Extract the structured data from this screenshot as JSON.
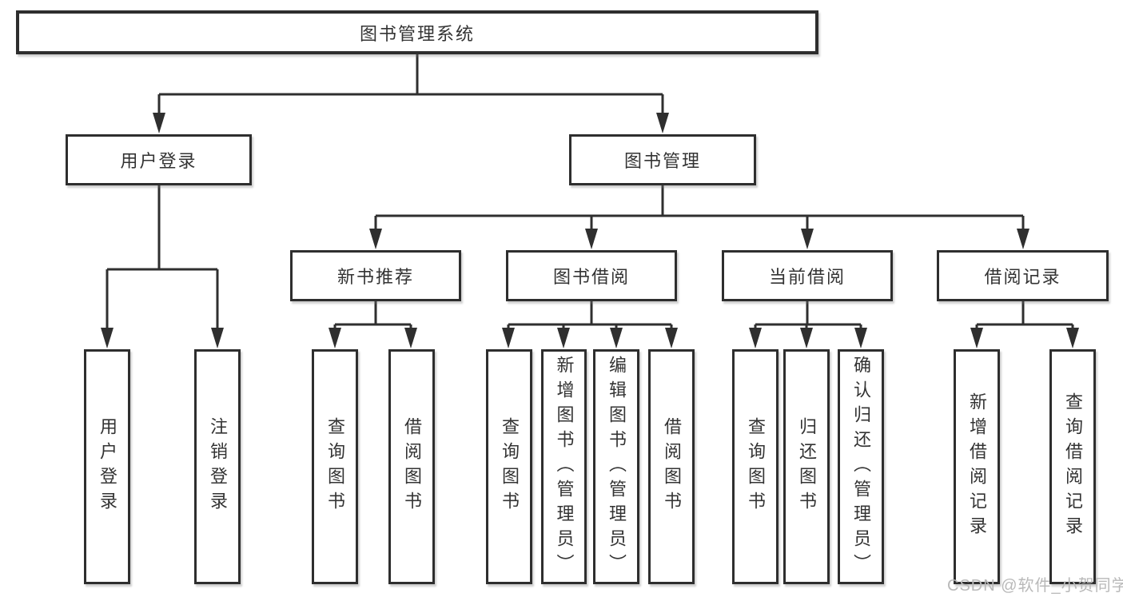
{
  "diagram": {
    "type": "hierarchy-tree",
    "colors": {
      "line": "#2f2f2f",
      "box_border": "#2e2e2e",
      "text": "#333333",
      "background": "#ffffff",
      "watermark": "#b9b9b9"
    },
    "tree": {
      "label": "图书管理系统",
      "children": [
        {
          "label": "用户登录",
          "children": [
            {
              "label": "用户登录"
            },
            {
              "label": "注销登录"
            }
          ]
        },
        {
          "label": "图书管理",
          "children": [
            {
              "label": "新书推荐",
              "children": [
                {
                  "label": "查询图书"
                },
                {
                  "label": "借阅图书"
                }
              ]
            },
            {
              "label": "图书借阅",
              "children": [
                {
                  "label": "查询图书"
                },
                {
                  "label": "新增图书（管理员）"
                },
                {
                  "label": "编辑图书（管理员）"
                },
                {
                  "label": "借阅图书"
                }
              ]
            },
            {
              "label": "当前借阅",
              "children": [
                {
                  "label": "查询图书"
                },
                {
                  "label": "归还图书"
                },
                {
                  "label": "确认归还（管理员）"
                }
              ]
            },
            {
              "label": "借阅记录",
              "children": [
                {
                  "label": "新增借阅记录"
                },
                {
                  "label": "查询借阅记录"
                }
              ]
            }
          ]
        }
      ]
    },
    "watermark": "CSDN @软件_小贺同学"
  }
}
